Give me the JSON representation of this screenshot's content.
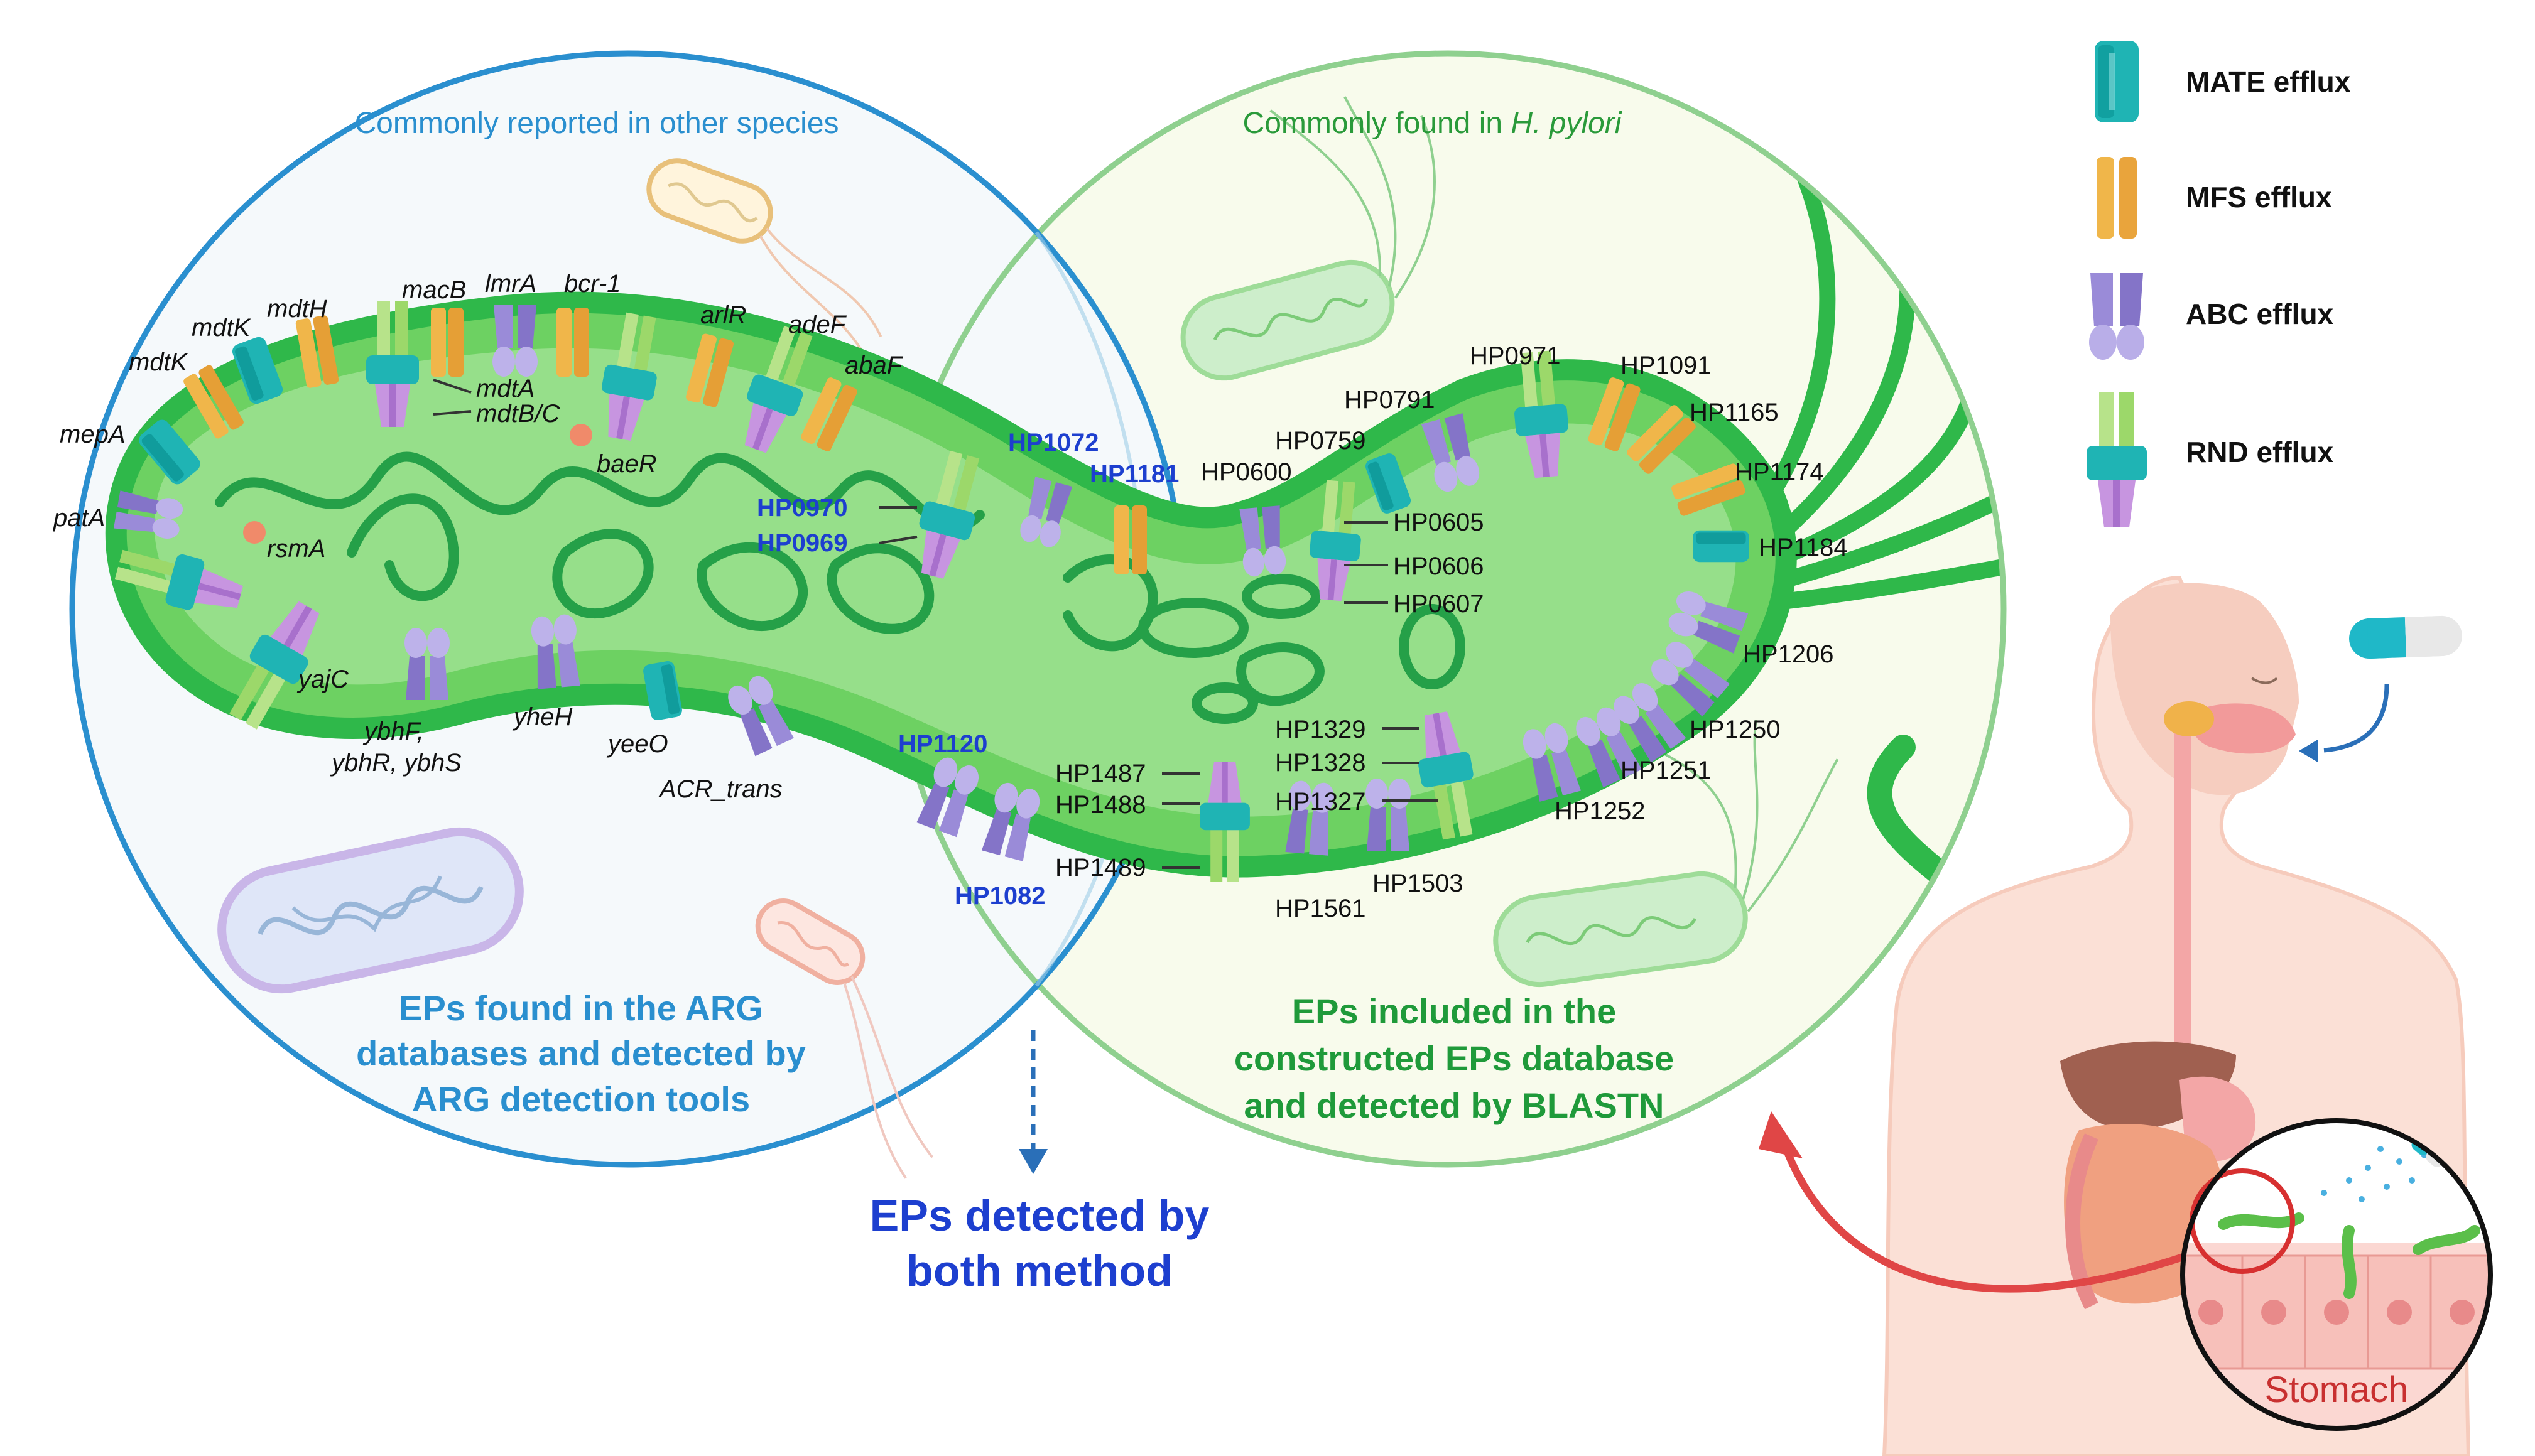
{
  "colors": {
    "blue_circle": "#2a8fcf",
    "green_circle": "#8fd08f",
    "bacterium_fill": "#67d05e",
    "bacterium_edge": "#2fb84a",
    "dna": "#25a048",
    "mate": "#1fb4b4",
    "mfs": "#f0b64a",
    "abc": "#8f7fd0",
    "rnd": "#9cd86a",
    "both_text": "#1d3fcf",
    "arrow_red": "#e04646",
    "arrow_blue": "#2a6fb8"
  },
  "left_circle": {
    "title": "Commonly reported in other species",
    "caption": [
      "EPs found in the ARG",
      "databases and detected by",
      "ARG detection tools"
    ],
    "genes": [
      "mdtK",
      "mdtH",
      "macB",
      "lmrA",
      "bcr-1",
      "mdtK",
      "arlR",
      "adeF",
      "abaF",
      "mdtA",
      "mdtB/C",
      "baeR",
      "mepA",
      "patA",
      "rsmA",
      "yajC",
      "ybhF,",
      "ybhR, ybhS",
      "yheH",
      "yeeO",
      "ACR_trans"
    ]
  },
  "right_circle": {
    "title_prefix": "Commonly found in ",
    "title_species": "H. pylori",
    "caption": [
      "EPs included in the",
      "constructed EPs database",
      "and detected by BLASTN"
    ],
    "genes": [
      "HP0971",
      "HP1091",
      "HP0791",
      "HP1165",
      "HP0759",
      "HP1174",
      "HP0600",
      "HP0605",
      "HP1184",
      "HP0606",
      "HP0607",
      "HP1206",
      "HP1329",
      "HP1250",
      "HP1328",
      "HP1487",
      "HP1251",
      "HP1327",
      "HP1488",
      "HP1252",
      "HP1489",
      "HP1503",
      "HP1561"
    ]
  },
  "both_genes": [
    "HP1072",
    "HP1181",
    "HP0970",
    "HP0969",
    "HP1120",
    "HP1082"
  ],
  "both_caption": [
    "EPs detected by",
    "both method"
  ],
  "legend": [
    {
      "label": "MATE efflux",
      "icon": "mate-efflux-icon"
    },
    {
      "label": "MFS efflux",
      "icon": "mfs-efflux-icon"
    },
    {
      "label": "ABC efflux",
      "icon": "abc-efflux-icon"
    },
    {
      "label": "RND efflux",
      "icon": "rnd-efflux-icon"
    }
  ],
  "stomach_label": "Stomach"
}
